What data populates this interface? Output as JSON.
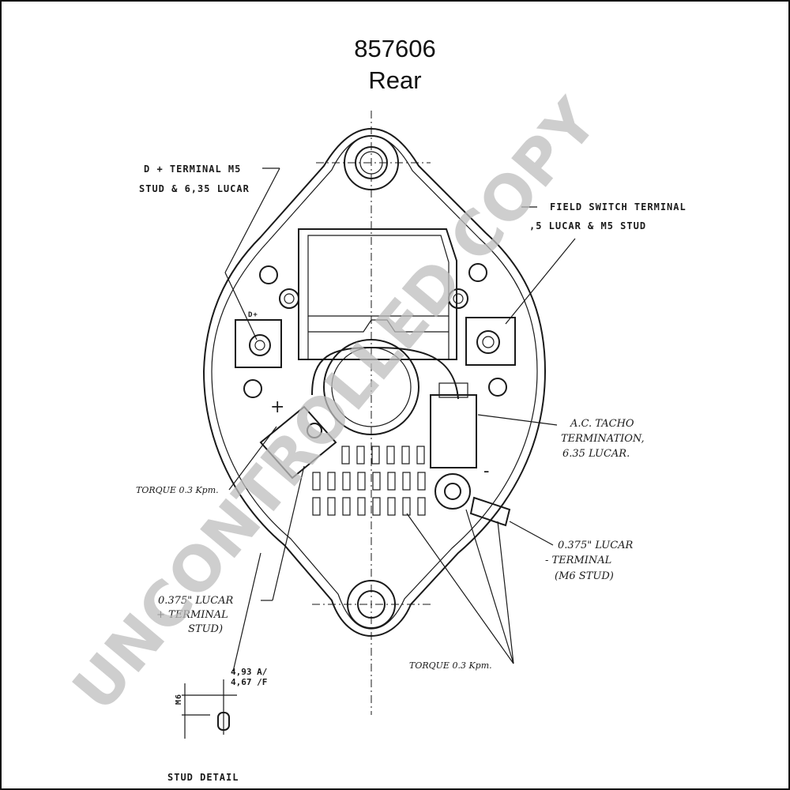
{
  "title": {
    "part_number": "857606",
    "view": "Rear"
  },
  "labels": {
    "d_plus_line1": "D + TERMINAL M5",
    "d_plus_line2": "STUD & 6,35 LUCAR",
    "field_switch_line1": "FIELD SWITCH TERMINAL",
    "field_switch_line2": ",5 LUCAR & M5 STUD",
    "ac_tacho_line1": "A.C. TACHO",
    "ac_tacho_line2": "TERMINATION,",
    "ac_tacho_line3": "6.35 LUCAR.",
    "torque_left": "TORQUE 0.3 Kpm.",
    "neg_terminal_line1": "0.375\" LUCAR",
    "neg_terminal_line2": "- TERMINAL",
    "neg_terminal_line3": "(M6 STUD)",
    "pos_terminal_line1": "0.375\" LUCAR",
    "pos_terminal_line2": "+ TERMINAL",
    "pos_terminal_line3": "STUD)",
    "torque_bottom": "TORQUE 0.3 Kpm.",
    "thread_line1": "4,93 A/",
    "thread_line2": "4,67 /F",
    "stud_size": "M6",
    "stud_detail": "STUD DETAIL",
    "plus_sign": "+",
    "minus_sign": "-",
    "dplus_mark": "D+"
  },
  "watermark": "UNCONTROLLED COPY"
}
